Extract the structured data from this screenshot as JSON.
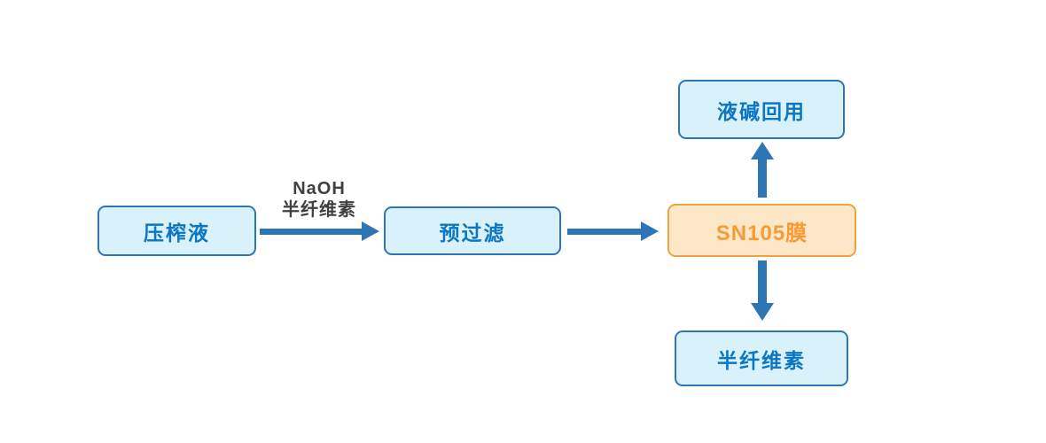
{
  "diagram": {
    "nodes": {
      "press_liquid": {
        "label": "压榨液"
      },
      "prefilter": {
        "label": "预过滤"
      },
      "membrane": {
        "label": "SN105膜"
      },
      "alkali_reuse": {
        "label": "液碱回用"
      },
      "hemicellulose": {
        "label": "半纤维素"
      }
    },
    "edge_labels": {
      "line1": "NaOH",
      "line2": "半纤维素"
    },
    "colors": {
      "blue_node_fill": "#D9F1FB",
      "blue_node_border": "#2E75B6",
      "blue_node_text": "#0B76C4",
      "orange_node_fill": "#FCE7C8",
      "orange_node_border": "#F2A23C",
      "orange_node_text": "#F79B35",
      "arrow": "#2E75B6",
      "label_text": "#404040"
    }
  }
}
